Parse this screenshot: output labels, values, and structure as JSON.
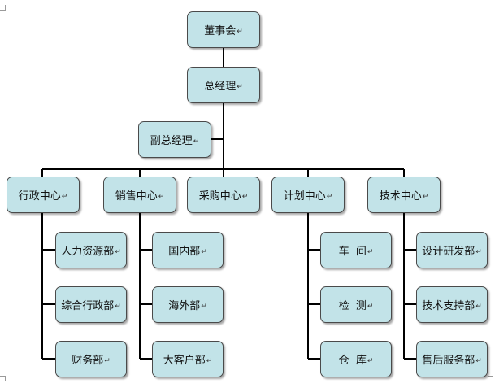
{
  "diagram": {
    "nodes": [
      {
        "id": "board",
        "label": "董事会"
      },
      {
        "id": "gm",
        "label": "总经理"
      },
      {
        "id": "vgm",
        "label": "副总经理"
      },
      {
        "id": "admin",
        "label": "行政中心"
      },
      {
        "id": "sales",
        "label": "销售中心"
      },
      {
        "id": "purchase",
        "label": "采购中心"
      },
      {
        "id": "plan",
        "label": "计划中心"
      },
      {
        "id": "tech",
        "label": "技术中心"
      },
      {
        "id": "hr",
        "label": "人力资源部"
      },
      {
        "id": "gadmin",
        "label": "综合行政部"
      },
      {
        "id": "finance",
        "label": "财务部"
      },
      {
        "id": "domestic",
        "label": "国内部"
      },
      {
        "id": "overseas",
        "label": "海外部"
      },
      {
        "id": "keyacct",
        "label": "大客户部"
      },
      {
        "id": "workshop",
        "label": "车  间"
      },
      {
        "id": "inspect",
        "label": "检  测"
      },
      {
        "id": "warehouse",
        "label": "仓  库"
      },
      {
        "id": "design",
        "label": "设计研发部"
      },
      {
        "id": "support",
        "label": "技术支持部"
      },
      {
        "id": "aftersales",
        "label": "售后服务部"
      }
    ],
    "edges": [
      [
        "board",
        "gm"
      ],
      [
        "gm",
        "vgm"
      ],
      [
        "gm",
        "admin"
      ],
      [
        "gm",
        "sales"
      ],
      [
        "gm",
        "purchase"
      ],
      [
        "gm",
        "plan"
      ],
      [
        "gm",
        "tech"
      ],
      [
        "admin",
        "hr"
      ],
      [
        "admin",
        "gadmin"
      ],
      [
        "admin",
        "finance"
      ],
      [
        "sales",
        "domestic"
      ],
      [
        "sales",
        "overseas"
      ],
      [
        "sales",
        "keyacct"
      ],
      [
        "plan",
        "workshop"
      ],
      [
        "plan",
        "inspect"
      ],
      [
        "plan",
        "warehouse"
      ],
      [
        "tech",
        "design"
      ],
      [
        "tech",
        "support"
      ],
      [
        "tech",
        "aftersales"
      ]
    ],
    "paragraph_mark": "↵"
  }
}
